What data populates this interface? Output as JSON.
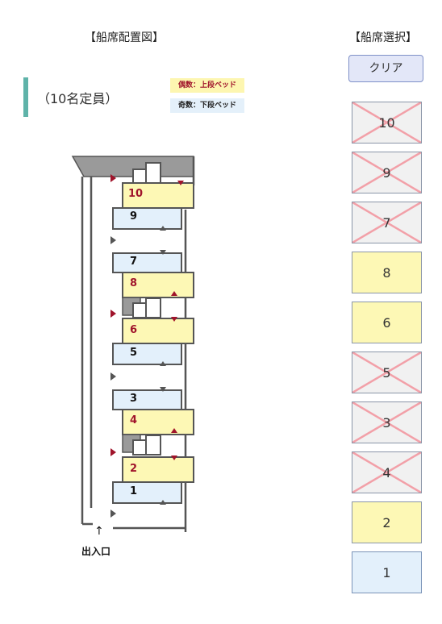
{
  "layout_heading": "【船席配置図】",
  "select_heading": "【船席選択】",
  "capacity": "（10名定員）",
  "legend": {
    "even": "偶数：上段ベッド",
    "odd": "奇数：下段ベッド"
  },
  "clear_label": "クリア",
  "exit_label": "出入口",
  "exit_arrow": "↑",
  "berths": {
    "b10": "10",
    "b9": "9",
    "b8": "8",
    "b7": "7",
    "b6": "6",
    "b5": "5",
    "b4": "4",
    "b3": "3",
    "b2": "2",
    "b1": "1"
  },
  "seat_list": [
    {
      "label": "10",
      "status": "taken"
    },
    {
      "label": "9",
      "status": "taken"
    },
    {
      "label": "7",
      "status": "taken"
    },
    {
      "label": "8",
      "status": "available-upper"
    },
    {
      "label": "6",
      "status": "available-upper"
    },
    {
      "label": "5",
      "status": "taken"
    },
    {
      "label": "3",
      "status": "taken"
    },
    {
      "label": "4",
      "status": "taken"
    },
    {
      "label": "2",
      "status": "available-upper"
    },
    {
      "label": "1",
      "status": "available-lower"
    }
  ],
  "colors": {
    "upper": "#fdf8b5",
    "lower": "#e3f0fb",
    "taken_cross": "#f2a0a8",
    "accent_red": "#a0142b",
    "teal": "#5fb3a9"
  }
}
